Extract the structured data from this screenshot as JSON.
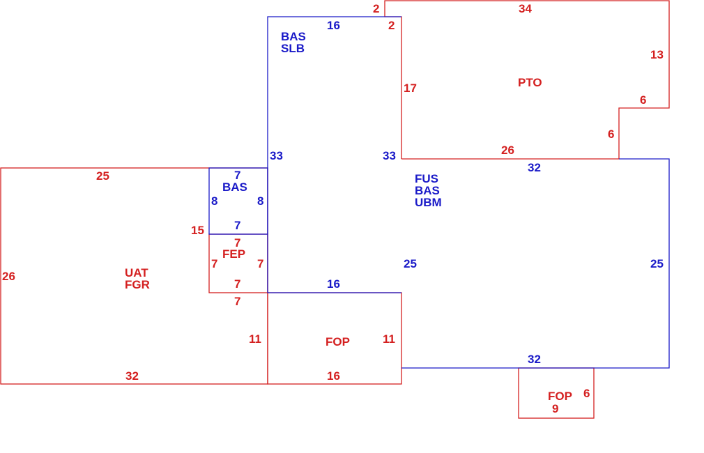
{
  "colors": {
    "red": "#d42020",
    "blue": "#1a1ac8",
    "background": "#ffffff"
  },
  "areas": {
    "uat": {
      "code1": "UAT",
      "code2": "FGR",
      "top": "25",
      "left": "26",
      "bottom": "32",
      "right_upper": "15",
      "right_lower": "11"
    },
    "bas_small": {
      "code": "BAS",
      "top": "7",
      "left": "8",
      "right": "8",
      "bottom": "7"
    },
    "fep": {
      "code": "FEP",
      "top": "7",
      "left": "7",
      "right": "7",
      "bottom": "7",
      "below": "7"
    },
    "bas_slb": {
      "code1": "BAS",
      "code2": "SLB",
      "top": "16",
      "left": "33",
      "right": "33",
      "bottom": "16"
    },
    "fop_center": {
      "code": "FOP",
      "left": "11",
      "right": "11",
      "bottom": "16"
    },
    "pto": {
      "code": "PTO",
      "top_left": "2",
      "top_left_inner": "2",
      "top": "34",
      "right": "13",
      "notch_top": "6",
      "notch_side": "6",
      "left": "17",
      "bottom": "26"
    },
    "fus": {
      "code1": "FUS",
      "code2": "BAS",
      "code3": "UBM",
      "top": "32",
      "left": "25",
      "right": "25",
      "bottom": "32"
    },
    "fop_small": {
      "code": "FOP",
      "right": "6",
      "bottom": "9"
    }
  }
}
